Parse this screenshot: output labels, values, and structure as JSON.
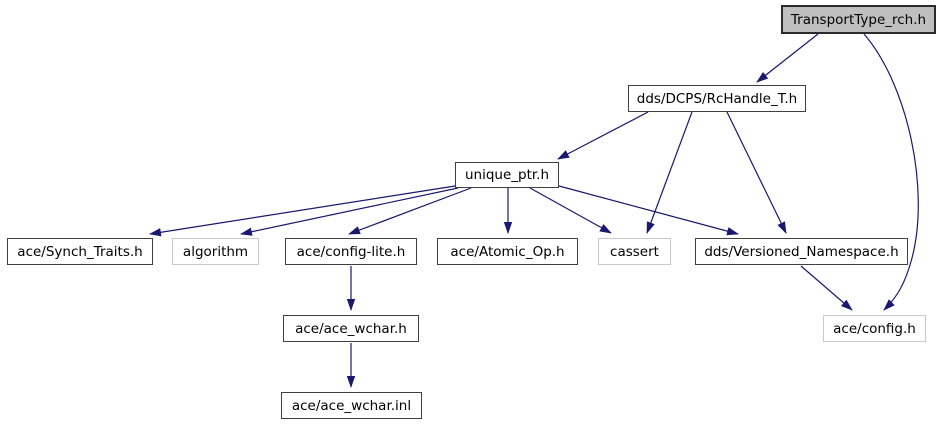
{
  "diagram": {
    "type": "include-dependency-graph",
    "edge_color": "#191970",
    "root_fill": "#bfbfbf",
    "nodes": [
      {
        "id": "root",
        "label": "TransportType_rch.h",
        "kind": "root"
      },
      {
        "id": "rchandle",
        "label": "dds/DCPS/RcHandle_T.h",
        "kind": "internal"
      },
      {
        "id": "unique",
        "label": "unique_ptr.h",
        "kind": "internal"
      },
      {
        "id": "synch",
        "label": "ace/Synch_Traits.h",
        "kind": "internal"
      },
      {
        "id": "algorithm",
        "label": "algorithm",
        "kind": "external"
      },
      {
        "id": "configlite",
        "label": "ace/config-lite.h",
        "kind": "internal"
      },
      {
        "id": "atomic",
        "label": "ace/Atomic_Op.h",
        "kind": "internal"
      },
      {
        "id": "cassert",
        "label": "cassert",
        "kind": "external"
      },
      {
        "id": "versioned",
        "label": "dds/Versioned_Namespace.h",
        "kind": "internal"
      },
      {
        "id": "config",
        "label": "ace/config.h",
        "kind": "external"
      },
      {
        "id": "wchar_h",
        "label": "ace/ace_wchar.h",
        "kind": "internal"
      },
      {
        "id": "wchar_inl",
        "label": "ace/ace_wchar.inl",
        "kind": "internal"
      }
    ],
    "edges": [
      {
        "from": "TransportType_rch.h",
        "to": "dds/DCPS/RcHandle_T.h"
      },
      {
        "from": "TransportType_rch.h",
        "to": "ace/config.h"
      },
      {
        "from": "dds/DCPS/RcHandle_T.h",
        "to": "unique_ptr.h"
      },
      {
        "from": "dds/DCPS/RcHandle_T.h",
        "to": "cassert"
      },
      {
        "from": "dds/DCPS/RcHandle_T.h",
        "to": "dds/Versioned_Namespace.h"
      },
      {
        "from": "unique_ptr.h",
        "to": "ace/Synch_Traits.h"
      },
      {
        "from": "unique_ptr.h",
        "to": "algorithm"
      },
      {
        "from": "unique_ptr.h",
        "to": "ace/config-lite.h"
      },
      {
        "from": "unique_ptr.h",
        "to": "ace/Atomic_Op.h"
      },
      {
        "from": "unique_ptr.h",
        "to": "cassert"
      },
      {
        "from": "unique_ptr.h",
        "to": "dds/Versioned_Namespace.h"
      },
      {
        "from": "dds/Versioned_Namespace.h",
        "to": "ace/config.h"
      },
      {
        "from": "ace/config-lite.h",
        "to": "ace/ace_wchar.h"
      },
      {
        "from": "ace/ace_wchar.h",
        "to": "ace/ace_wchar.inl"
      }
    ]
  }
}
